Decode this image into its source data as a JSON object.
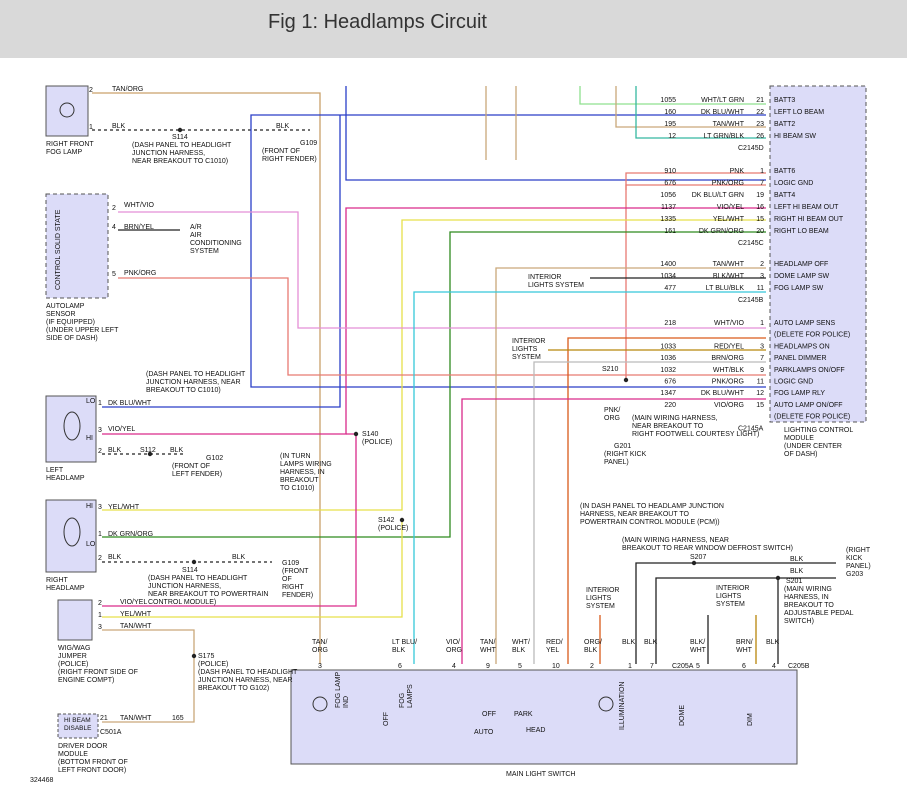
{
  "title": "Fig 1: Headlamps Circuit",
  "figure_number": "324468",
  "colors": {
    "title_bar_bg": "#d9d9d9",
    "module_fill": "#dcdcf8",
    "wire_tan_org": "#c9a06a",
    "wire_blk": "#222222",
    "wire_dk_blu_wht": "#2a3fc8",
    "wire_vio_yel": "#d92a8a",
    "wire_yel_wht": "#e6e04a",
    "wire_dk_grn_org": "#2f8a1f",
    "wire_wht_vio": "#e48fd6",
    "wire_pnk_org": "#e87a72",
    "wire_brn_yel": "#b8860b",
    "wire_lt_blu_blk": "#35c8d9",
    "wire_red_yel": "#d95a1a",
    "wire_wht_lt_grn": "#8fe08f",
    "wire_tan_wht": "#c9a87a",
    "wire_lt_grn_blk": "#35b8a0"
  },
  "components": {
    "rf_fog": {
      "label": "RIGHT FRONT\nFOG LAMP",
      "pin2": "2",
      "pin1": "1",
      "w2": "TAN/ORG",
      "w1": "BLK"
    },
    "s114a": {
      "id": "S114",
      "note": "(DASH PANEL TO HEADLIGHT\nJUNCTION HARNESS,\nNEAR BREAKOUT TO C1010)"
    },
    "g109a": {
      "id": "G109",
      "note": "(FRONT OF\nRIGHT FENDER)",
      "wire": "BLK"
    },
    "autolamp": {
      "inner": "CONTROL SOLID STATE",
      "label": "AUTOLAMP\nSENSOR\n(IF EQUIPPED)\n(UNDER UPPER LEFT\nSIDE OF DASH)",
      "pin2": "2",
      "pin4": "4",
      "pin5": "5",
      "w2": "WHT/VIO",
      "w4": "BRN/YEL",
      "w5": "PNK/ORG",
      "ac": "A/R\nAIR\nCONDITIONING\nSYSTEM"
    },
    "s112_note": "(DASH PANEL TO HEADLIGHT\nJUNCTION HARNESS, NEAR\nBREAKOUT TO C1010)",
    "left_hl": {
      "label": "LEFT\nHEADLAMP",
      "lo": "LO",
      "hi": "HI",
      "p1": "1",
      "p3": "3",
      "p2": "2",
      "w1": "DK BLU/WHT",
      "w3": "VIO/YEL",
      "w2": "BLK",
      "splice": "S112",
      "ground": "G102",
      "gnote": "(FRONT OF\nLEFT FENDER)",
      "gwire": "BLK"
    },
    "s140": {
      "id": "S140\n(POLICE)",
      "note": "(IN TURN\nLAMPS WIRING\nHARNESS, IN\nBREAKOUT\nTO C1010)"
    },
    "right_hl": {
      "label": "RIGHT\nHEADLAMP",
      "hi": "HI",
      "lo": "LO",
      "p3": "3",
      "p1": "1",
      "p2": "2",
      "w3": "YEL/WHT",
      "w1": "DK GRN/ORG",
      "w2": "BLK",
      "splice": "S114",
      "snote": "(DASH PANEL TO HEADLIGHT\nJUNCTION HARNESS,\nNEAR BREAKOUT TO POWERTRAIN\nCONTROL MODULE)",
      "ground": "G109",
      "gnote": "(FRONT\nOF\nRIGHT\nFENDER)",
      "gwire": "BLK"
    },
    "s142": {
      "id": "S142\n(POLICE)",
      "note": "(IN DASH PANEL TO HEADLAMP JUNCTION\nHARNESS, NEAR BREAKOUT TO\nPOWERTRAIN CONTROL MODULE (PCM))"
    },
    "wigwag": {
      "label": "WIG/WAG\nJUMPER\n(POLICE)\n(RIGHT FRONT SIDE OF\nENGINE COMPT)",
      "p2": "2",
      "p1": "1",
      "p3": "3",
      "w2": "VIO/YEL",
      "w1": "YEL/WHT",
      "w3": "TAN/WHT"
    },
    "s175": {
      "id": "S175\n(POLICE)",
      "note": "(DASH PANEL TO HEADLIGHT\nJUNCTION HARNESS, NEAR\nBREAKOUT TO G102)"
    },
    "driver_door": {
      "box": "HI BEAM\nDISABLE",
      "label": "DRIVER DOOR\nMODULE\n(BOTTOM FRONT OF\nLEFT FRONT DOOR)",
      "pin": "21",
      "wire": "TAN/WHT",
      "circuit": "165",
      "conn": "C501A"
    },
    "lcm": {
      "label": "LIGHTING CONTROL\nMODULE\n(UNDER CENTER\nOF DASH)",
      "c2145d": {
        "name": "C2145D",
        "rows": [
          {
            "circuit": "1055",
            "wire": "WHT/LT GRN",
            "pin": "21",
            "func": "BATT3"
          },
          {
            "circuit": "160",
            "wire": "DK BLU/WHT",
            "pin": "22",
            "func": "LEFT LO BEAM"
          },
          {
            "circuit": "195",
            "wire": "TAN/WHT",
            "pin": "23",
            "func": "BATT2"
          },
          {
            "circuit": "12",
            "wire": "LT GRN/BLK",
            "pin": "26",
            "func": "HI BEAM SW"
          }
        ]
      },
      "c2145c": {
        "name": "C2145C",
        "rows": [
          {
            "circuit": "910",
            "wire": "PNK",
            "pin": "1",
            "func": "BATT6"
          },
          {
            "circuit": "676",
            "wire": "PNK/ORG",
            "pin": "7",
            "func": "LOGIC GND"
          },
          {
            "circuit": "1056",
            "wire": "DK BLU/LT GRN",
            "pin": "19",
            "func": "BATT4"
          },
          {
            "circuit": "1137",
            "wire": "VIO/YEL",
            "pin": "16",
            "func": "LEFT HI BEAM OUT"
          },
          {
            "circuit": "1335",
            "wire": "YEL/WHT",
            "pin": "15",
            "func": "RIGHT HI BEAM OUT"
          },
          {
            "circuit": "161",
            "wire": "DK GRN/ORG",
            "pin": "20",
            "func": "RIGHT LO BEAM"
          }
        ]
      },
      "c2145b": {
        "name": "C2145B",
        "rows": [
          {
            "circuit": "1400",
            "wire": "TAN/WHT",
            "pin": "2",
            "func": "HEADLAMP OFF"
          },
          {
            "circuit": "1034",
            "wire": "BLK/WHT",
            "pin": "3",
            "func": "DOME LAMP SW"
          },
          {
            "circuit": "477",
            "wire": "LT BLU/BLK",
            "pin": "11",
            "func": "FOG LAMP SW"
          }
        ]
      },
      "c2145a": {
        "name": "C2145A",
        "rows": [
          {
            "circuit": "218",
            "wire": "WHT/VIO",
            "pin": "1",
            "func": "AUTO LAMP SENS"
          },
          {
            "circuit": "",
            "wire": "",
            "pin": "",
            "func": "(DELETE FOR POLICE)"
          },
          {
            "circuit": "1033",
            "wire": "RED/YEL",
            "pin": "3",
            "func": "HEADLAMPS ON"
          },
          {
            "circuit": "1036",
            "wire": "BRN/ORG",
            "pin": "7",
            "func": "PANEL DIMMER"
          },
          {
            "circuit": "1032",
            "wire": "WHT/BLK",
            "pin": "9",
            "func": "PARKLAMPS ON/OFF"
          },
          {
            "circuit": "676",
            "wire": "PNK/ORG",
            "pin": "11",
            "func": "LOGIC GND"
          },
          {
            "circuit": "1347",
            "wire": "DK BLU/WHT",
            "pin": "12",
            "func": "FOG LAMP RLY"
          },
          {
            "circuit": "220",
            "wire": "VIO/ORG",
            "pin": "15",
            "func": "AUTO LAMP ON/OFF"
          },
          {
            "circuit": "",
            "wire": "",
            "pin": "",
            "func": "(DELETE FOR POLICE)"
          }
        ]
      }
    },
    "interior_lights_1": "INTERIOR\nLIGHTS SYSTEM",
    "interior_lights_2": "INTERIOR\nLIGHTS\nSYSTEM",
    "s210": {
      "id": "S210",
      "wire": "PNK/\nORG",
      "note": "(MAIN WIRING HARNESS,\nNEAR BREAKOUT TO\nRIGHT FOOTWELL COURTESY LIGHT)",
      "ground": "G201",
      "gnote": "(RIGHT KICK\nPANEL)"
    },
    "s207": {
      "id": "S207",
      "note": "(MAIN WIRING HARNESS, NEAR\nBREAKOUT TO REAR WINDOW DEFROST SWITCH)",
      "wire": "BLK"
    },
    "g203": {
      "id": "G203",
      "note": "(RIGHT\nKICK\nPANEL)",
      "wire": "BLK"
    },
    "s201": {
      "id": "S201",
      "note": "(MAIN WIRING\nHARNESS, IN\nBREAKOUT TO\nADJUSTABLE PEDAL\nSWITCH)"
    },
    "switch_top_wires": [
      {
        "wire": "TAN/\nORG",
        "pin": "3"
      },
      {
        "wire": "LT BLU/\nBLK",
        "pin": "6"
      },
      {
        "wire": "VIO/\nORG",
        "pin": "4"
      },
      {
        "wire": "TAN/\nWHT",
        "pin": "9"
      },
      {
        "wire": "WHT/\nBLK",
        "pin": "5"
      },
      {
        "wire": "RED/\nYEL",
        "pin": "10"
      },
      {
        "wire": "ORG/\nBLK",
        "pin": "2"
      },
      {
        "wire": "BLK",
        "pin": "1"
      },
      {
        "wire": "BLK",
        "pin": "7"
      },
      {
        "wire": "BLK/\nWHT",
        "pin": "5"
      },
      {
        "wire": "BRN/\nWHT",
        "pin": "6"
      },
      {
        "wire": "BLK",
        "pin": "4"
      }
    ],
    "interior_lights_3": "INTERIOR\nLIGHTS\nSYSTEM",
    "interior_lights_4": "INTERIOR\nLIGHTS\nSYSTEM",
    "main_switch": {
      "label": "MAIN LIGHT SWITCH",
      "c205a": "C205A",
      "c205b": "C205B",
      "fog_ind": "FOG LAMP\nIND",
      "fog_lamps": "FOG\nLAMPS",
      "off1": "OFF",
      "off2": "OFF",
      "park": "PARK",
      "auto": "AUTO",
      "head": "HEAD",
      "illum": "ILLUMINATION",
      "dome": "DOME",
      "dim": "DIM"
    }
  }
}
